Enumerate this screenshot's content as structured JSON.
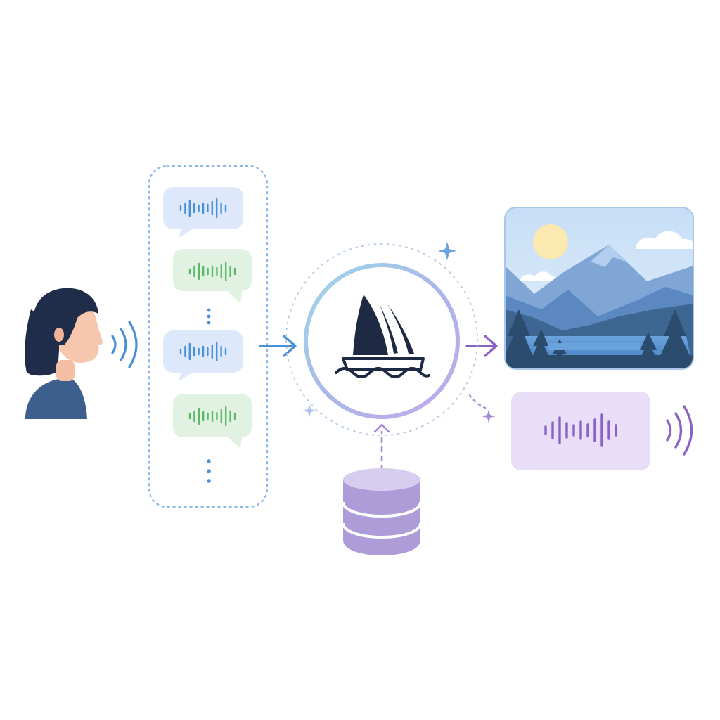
{
  "diagram": {
    "nodes": [
      {
        "id": "speaker",
        "icon": "person-speaking-icon"
      },
      {
        "id": "speech-waves",
        "icon": "sound-waves-icon"
      },
      {
        "id": "conversation-history",
        "icon": "chat-bubbles-icon",
        "bubbles": [
          "blue",
          "green",
          "blue",
          "green"
        ]
      },
      {
        "id": "model",
        "icon": "sailboat-logo-icon"
      },
      {
        "id": "database",
        "icon": "database-icon"
      },
      {
        "id": "generated-image",
        "icon": "landscape-image-icon"
      },
      {
        "id": "generated-audio",
        "icon": "audio-wave-icon"
      },
      {
        "id": "output-waves",
        "icon": "sound-waves-icon"
      }
    ],
    "edges": [
      {
        "from": "conversation-history",
        "to": "model",
        "style": "solid"
      },
      {
        "from": "model",
        "to": "generated-image",
        "style": "solid"
      },
      {
        "from": "database",
        "to": "model",
        "style": "dashed"
      },
      {
        "from": "model",
        "to": "generated-audio",
        "style": "dotted"
      }
    ]
  },
  "colors": {
    "blue": "#4a90d9",
    "blue_bubble": "#dde9fa",
    "green": "#5fb86a",
    "green_bubble": "#e2f2e2",
    "purple": "#8a62c4",
    "purple_bubble": "#e9def7",
    "navy": "#1e2a44",
    "skin": "#f5c4aa",
    "shirt": "#3d5f8e",
    "database": "#ad9cd8"
  }
}
